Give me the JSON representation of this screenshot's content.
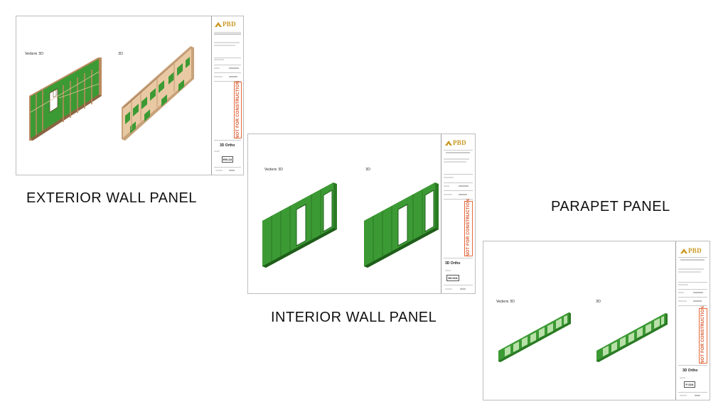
{
  "captions": {
    "exterior": "EXTERIOR WALL PANEL",
    "interior": "INTERIOR WALL PANEL",
    "parapet": "PARAPET PANEL"
  },
  "sheets": {
    "exterior": {
      "view_left": "Vedere 3D",
      "view_right": "3D",
      "logo": "PBD",
      "not_for_construction": "NOT FOR CONSTRUCTION",
      "sheet_name": "3D Ortho",
      "sheet_number": "EW-2A"
    },
    "interior": {
      "view_left": "Vedere 3D",
      "view_right": "3D",
      "logo": "PBD",
      "not_for_construction": "NOT FOR CONSTRUCTION",
      "sheet_name": "3D Ortho",
      "sheet_number": "IW-02A"
    },
    "parapet": {
      "view_left": "Vedere 3D",
      "view_right": "3D",
      "logo": "PBD",
      "not_for_construction": "NOT FOR CONSTRUCTION",
      "sheet_name": "3D Ortho",
      "sheet_number": "P-02A"
    }
  },
  "colors": {
    "osb": "#e9c9a3",
    "osb_dark": "#c8a27a",
    "panel_green": "#3c9a34",
    "panel_green_dark": "#2a7a24",
    "stamp": "#d9562a",
    "logo_gold": "#c8961e"
  }
}
